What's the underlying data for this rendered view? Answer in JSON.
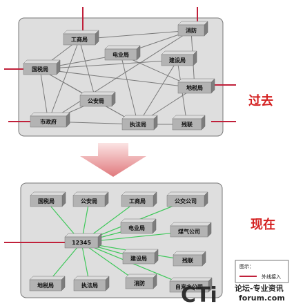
{
  "past": {
    "label": "过去",
    "nodes": [
      {
        "id": "gongshang",
        "label": "工商局"
      },
      {
        "id": "xiaofang",
        "label": "消防"
      },
      {
        "id": "dianye",
        "label": "电业局"
      },
      {
        "id": "jianshe",
        "label": "建设局"
      },
      {
        "id": "guoshui",
        "label": "国税局"
      },
      {
        "id": "dishui",
        "label": "地税局"
      },
      {
        "id": "gongan",
        "label": "公安局"
      },
      {
        "id": "shizhengfu",
        "label": "市政府"
      },
      {
        "id": "zhifa",
        "label": "执法局"
      },
      {
        "id": "canlian",
        "label": "残联"
      }
    ]
  },
  "present": {
    "label": "现在",
    "hub": "12345",
    "nodes": [
      {
        "id": "guoshui",
        "label": "国税局"
      },
      {
        "id": "gongan",
        "label": "公安局"
      },
      {
        "id": "gongshang",
        "label": "工商局"
      },
      {
        "id": "gongjiao",
        "label": "公交公司"
      },
      {
        "id": "dianye",
        "label": "电业局"
      },
      {
        "id": "meiqi",
        "label": "煤气公司"
      },
      {
        "id": "jianshe",
        "label": "建设局"
      },
      {
        "id": "canlian",
        "label": "残联"
      },
      {
        "id": "dishui",
        "label": "地税局"
      },
      {
        "id": "zhifa",
        "label": "执法局"
      },
      {
        "id": "xiaofang",
        "label": "消防"
      },
      {
        "id": "zilaishui",
        "label": "自来水公司"
      }
    ]
  },
  "legend": {
    "title": "图示：",
    "item": "外线接入"
  },
  "watermark": {
    "logo": "CTi",
    "line1": "论坛-专业资讯",
    "line2": "forum.com"
  },
  "colors": {
    "outer_line": "#c0203a",
    "past_link": "#7a7a7a",
    "present_link": "#3ec85a",
    "label_red": "#d42020",
    "panel_fill": "#dedede"
  }
}
